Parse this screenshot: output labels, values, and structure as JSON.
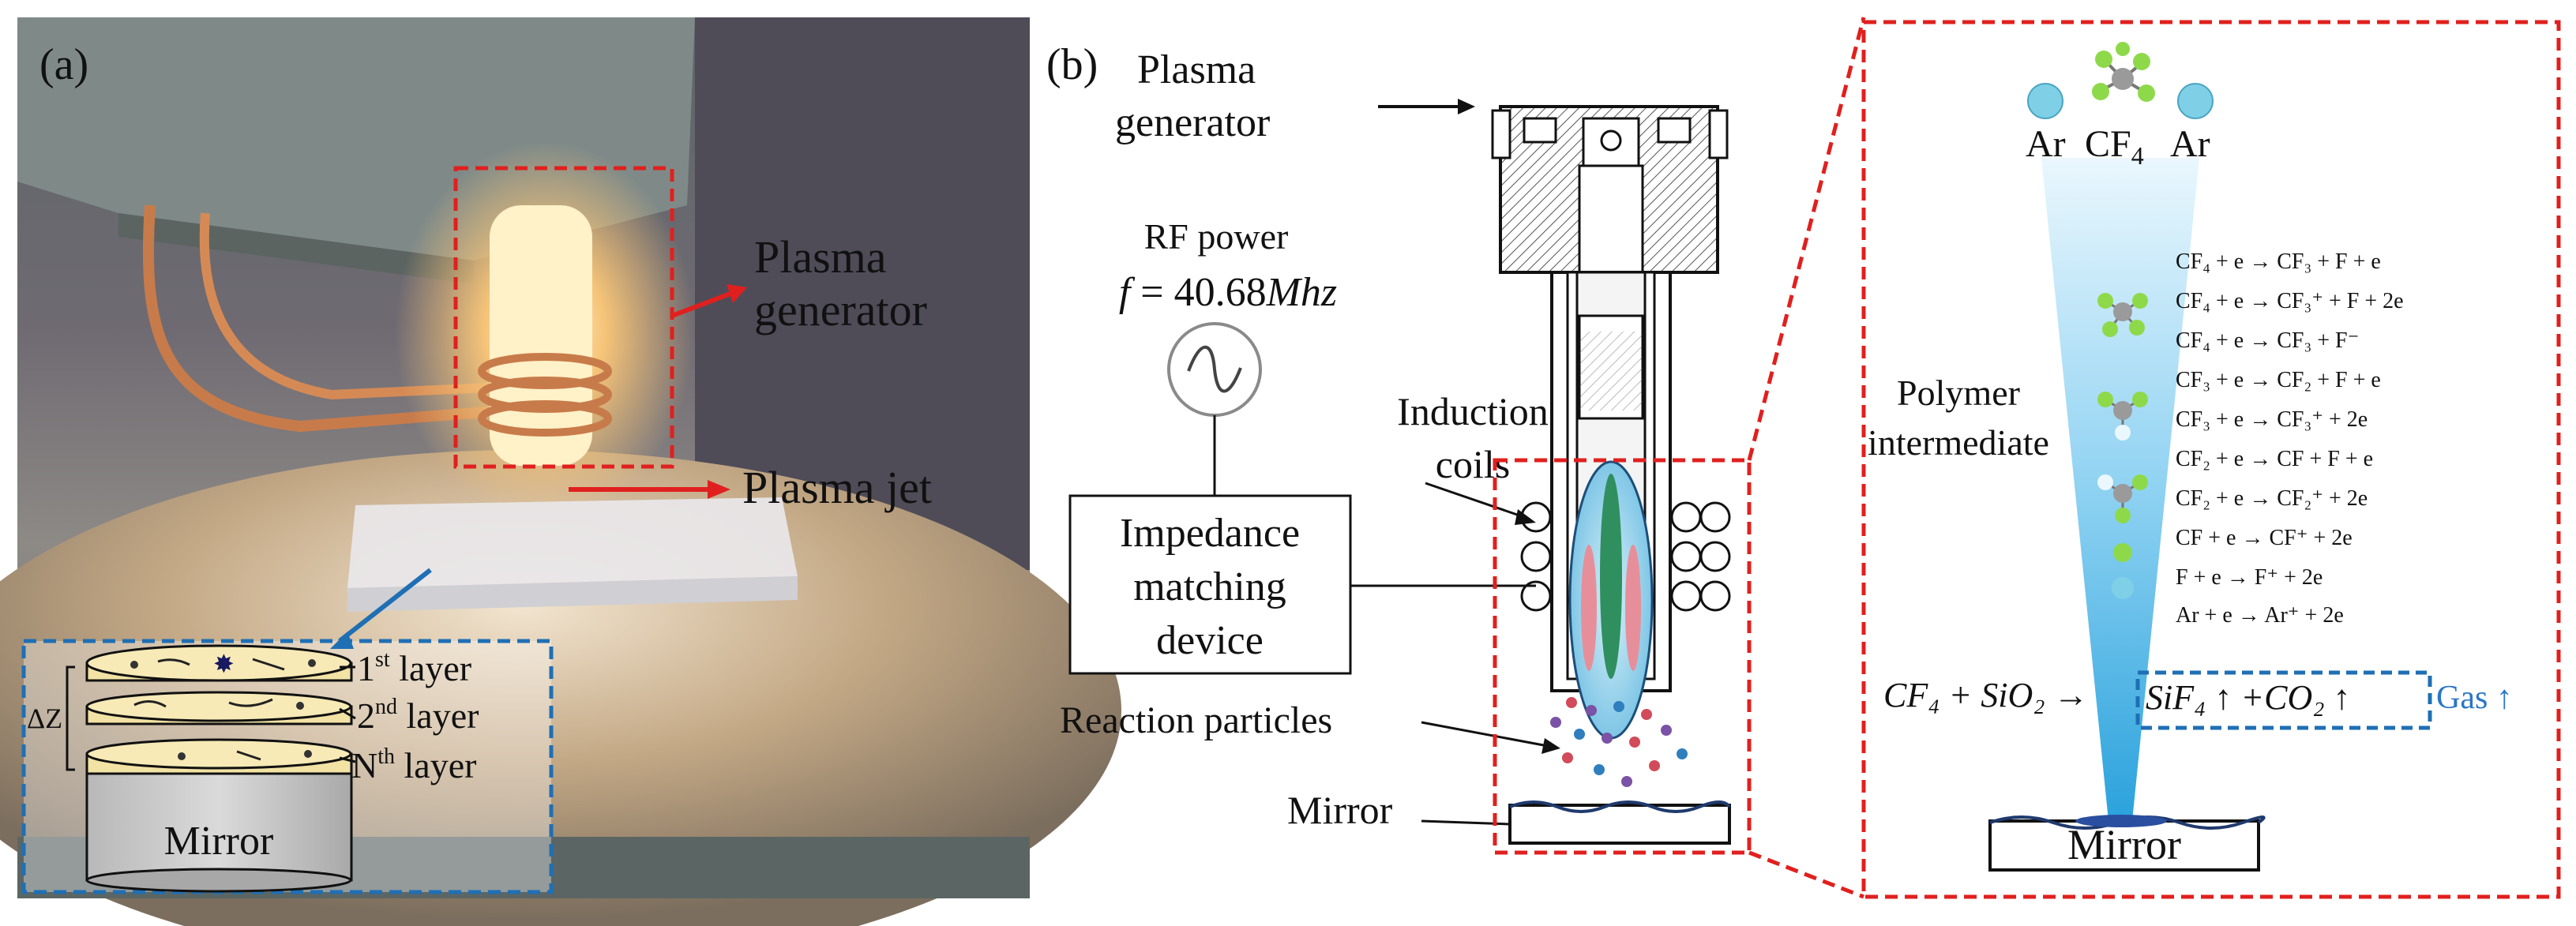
{
  "panel_a": {
    "label": "(a)",
    "plasma_generator": [
      "Plasma",
      "generator"
    ],
    "plasma_jet": "Plasma jet",
    "layers": {
      "first": "1",
      "first_sup": "st",
      "first_word": " layer",
      "second": "2",
      "second_sup": "nd",
      "second_word": " layer",
      "nth": "N",
      "nth_sup": "th",
      "nth_word": " layer"
    },
    "delta_z": "ΔZ",
    "mirror": "Mirror"
  },
  "panel_b": {
    "label": "(b)",
    "plasma_generator": [
      "Plasma",
      "generator"
    ],
    "rf_power": "RF power",
    "frequency_lhs": "f",
    "frequency_eq": " = 40.68",
    "frequency_unit": "Mhz",
    "induction_coils": [
      "Induction",
      "coils"
    ],
    "impedance": [
      "Impedance",
      "matching",
      "device"
    ],
    "reaction_particles": "Reaction particles",
    "mirror": "Mirror"
  },
  "panel_c": {
    "ar_left": "Ar",
    "cf4": "CF",
    "cf4_sub": "4",
    "ar_right": "Ar",
    "polymer": [
      "Polymer",
      "intermediate"
    ],
    "reactions": [
      "CF₄ + e → CF₃ + F + e",
      "CF₄ + e → CF₃⁺ + F + 2e",
      "CF₄ + e → CF₃ + F⁻",
      "CF₃ + e → CF₂ + F + e",
      "CF₃ + e → CF₃⁺ + 2e",
      "CF₂ + e → CF + F + e",
      "CF₂ + e → CF₂⁺ + 2e",
      "CF + e → CF⁺ + 2e",
      "F + e → F⁺ + 2e",
      "Ar + e → Ar⁺ + 2e"
    ],
    "equation_lhs": "CF₄ + SiO₂ →",
    "equation_rhs": "SiF₄ ↑ +CO₂ ↑",
    "gas": "Gas ↑",
    "mirror": "Mirror"
  },
  "colors": {
    "red_dash": "#e0201e",
    "blue_dash": "#1f6fb4",
    "gas_blue": "#2a76c6",
    "jet_blue": "#8fd2f2",
    "fluorine_green": "#8ed94a"
  }
}
